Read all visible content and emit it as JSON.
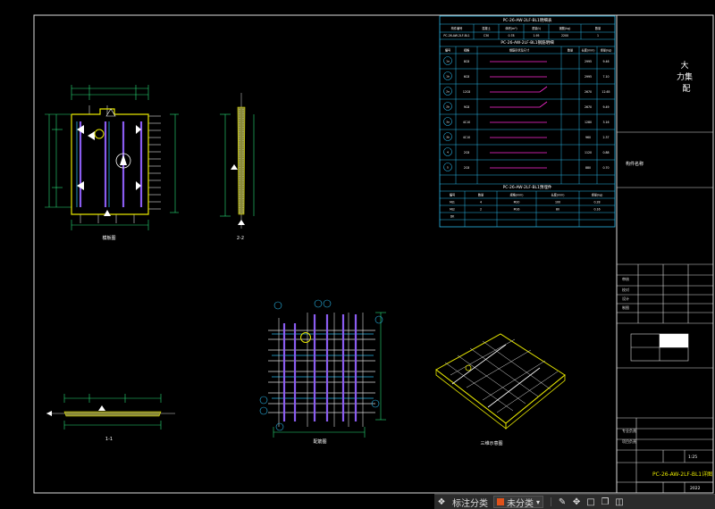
{
  "drawing": {
    "vertical_title": [
      "大",
      "力集",
      "配"
    ],
    "component_note": "构件名称",
    "sheet_title": "PC-26-AW-2LF-BL1详图",
    "scale": "1:25",
    "sheet_no": "2022",
    "views": {
      "plan": "模板图",
      "section22": "2-2",
      "section11": "1-1",
      "rebar": "配筋图",
      "iso": "三维示意图"
    },
    "title_block_rows": [
      "审核",
      "校对",
      "设计",
      "制图",
      "专业负责",
      "项目负责"
    ]
  },
  "tables": {
    "main_title": "PC-26-AW-2LF-BL1明细表",
    "rebar_title": "PC-26-AW-2LF-BL1钢筋明细",
    "embed_title": "PC-26-AW-2LF-BL1预埋件",
    "main_headers": [
      "构件编号",
      "混凝土",
      "体积(m³)",
      "重量(t)",
      "钢筋(kg)",
      "数量"
    ],
    "main_row": [
      "PC-26-AW-2LF-BL1",
      "C30",
      "0.78",
      "1.95",
      "2200",
      "1"
    ],
    "rebar_headers": [
      "编号",
      "规格",
      "钢筋形状及尺寸",
      "数量",
      "长度(mm)",
      "重量(kg)"
    ],
    "rebar_rows": [
      {
        "id": "1a",
        "spec": "8C8",
        "len": "2995",
        "wt": "9.46"
      },
      {
        "id": "1b",
        "spec": "6C8",
        "len": "2995",
        "wt": "7.10"
      },
      {
        "id": "2a",
        "spec": "12C8",
        "len": "2670",
        "wt": "12.65"
      },
      {
        "id": "2b",
        "spec": "9C8",
        "len": "2670",
        "wt": "9.49"
      },
      {
        "id": "3a",
        "spec": "4C10",
        "len": "1280",
        "wt": "3.16"
      },
      {
        "id": "3b",
        "spec": "4C10",
        "len": "960",
        "wt": "2.37"
      },
      {
        "id": "4",
        "spec": "2C8",
        "len": "1120",
        "wt": "0.88"
      },
      {
        "id": "5",
        "spec": "2C8",
        "len": "880",
        "wt": "0.70"
      }
    ],
    "embed_headers": [
      "编号",
      "数量",
      "规格(mm)",
      "长度(mm)",
      "重量(kg)"
    ],
    "embed_rows": [
      [
        "MJ1",
        "4",
        "M20",
        "100",
        "0.28"
      ],
      [
        "MJ2",
        "2",
        "M16",
        "80",
        "0.16"
      ],
      [
        "DK",
        "",
        "",
        "",
        ""
      ]
    ]
  },
  "toolbar": {
    "label": "标注分类",
    "dropdown_value": "未分类",
    "swatch_color": "#e0521b"
  }
}
